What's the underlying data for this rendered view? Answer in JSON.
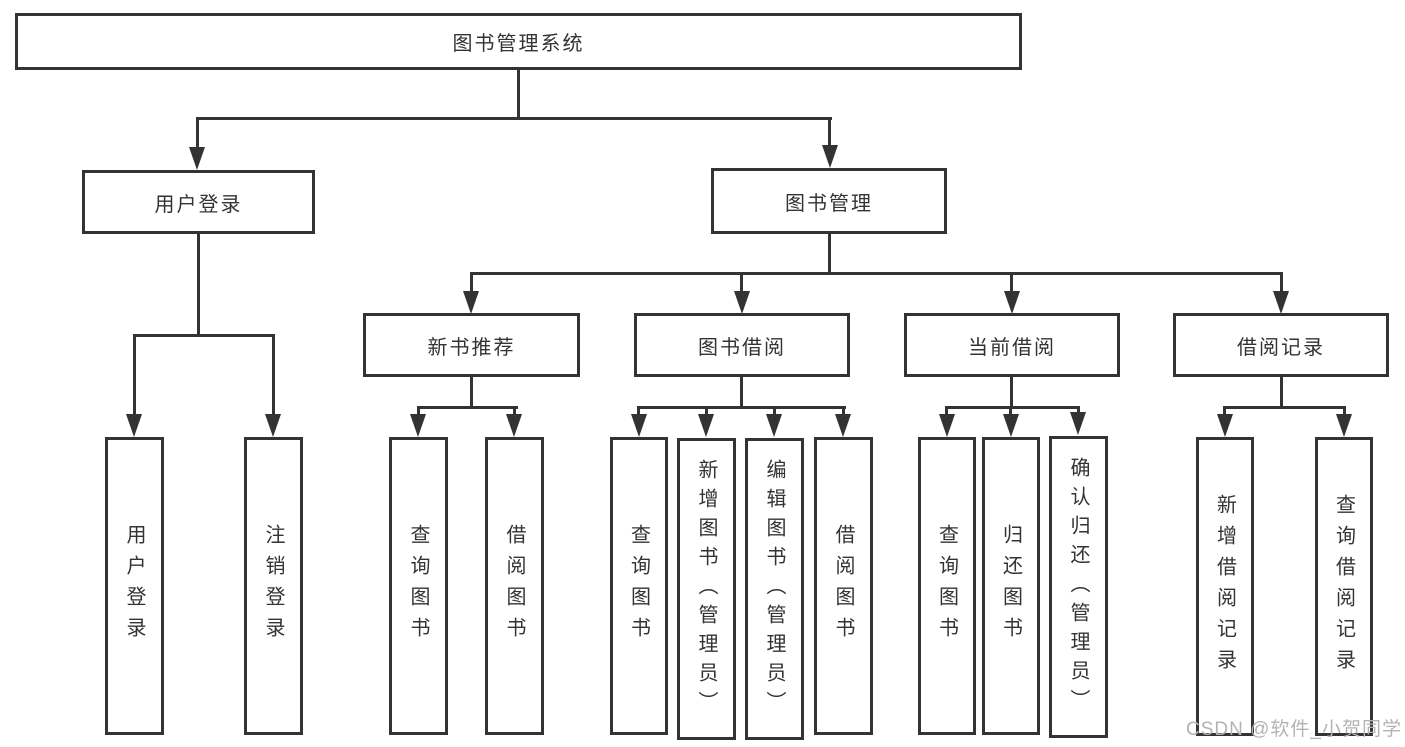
{
  "diagram": {
    "root": {
      "label": "图书管理系统"
    },
    "branches": [
      {
        "label": "用户登录",
        "children": [
          {
            "label": "用户登录"
          },
          {
            "label": "注销登录"
          }
        ]
      },
      {
        "label": "图书管理",
        "children": [
          {
            "label": "新书推荐",
            "children": [
              {
                "label": "查询图书"
              },
              {
                "label": "借阅图书"
              }
            ]
          },
          {
            "label": "图书借阅",
            "children": [
              {
                "label": "查询图书"
              },
              {
                "label": "新增图书（管理员）"
              },
              {
                "label": "编辑图书（管理员）"
              },
              {
                "label": "借阅图书"
              }
            ]
          },
          {
            "label": "当前借阅",
            "children": [
              {
                "label": "查询图书"
              },
              {
                "label": "归还图书"
              },
              {
                "label": "确认归还（管理员）"
              }
            ]
          },
          {
            "label": "借阅记录",
            "children": [
              {
                "label": "新增借阅记录"
              },
              {
                "label": "查询借阅记录"
              }
            ]
          }
        ]
      }
    ]
  },
  "watermark": "CSDN @软件_小贺同学",
  "colors": {
    "line": "#333333",
    "text": "#333333",
    "watermark": "#b3b3b3",
    "background": "#ffffff"
  }
}
